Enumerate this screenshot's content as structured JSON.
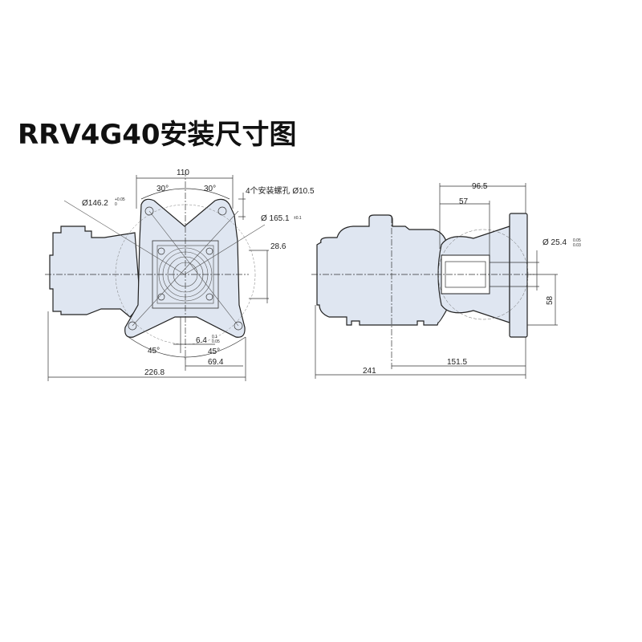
{
  "title": "RRV4G40安装尺寸图",
  "front_view": {
    "dim_width_top": "110",
    "angle_top_left": "30°",
    "angle_top_right": "30°",
    "mount_holes_note": "4个安装螺孔 Ø10.5",
    "dia_146": "Ø146.2",
    "dia_146_tol_upper": "+0.05",
    "dia_146_tol_lower": "0",
    "dia_165": "Ø 165.1",
    "dia_165_tol": "±0.1",
    "dim_28_6": "28.6",
    "key_6_4": "6.4",
    "key_tol_upper": "0.1",
    "key_tol_lower": "0.05",
    "angle_bottom_left": "45°",
    "angle_bottom_right": "45°",
    "dim_69_4": "69.4",
    "dim_226_8": "226.8"
  },
  "side_view": {
    "dim_96_5": "96.5",
    "dim_57": "57",
    "shaft_dia": "Ø 25.4",
    "shaft_tol_upper": "0.05",
    "shaft_tol_lower": "0.03",
    "dim_58": "58",
    "dim_151_5": "151.5",
    "dim_241": "241"
  },
  "colors": {
    "body_fill": "#dfe6f1",
    "line": "#222222"
  }
}
